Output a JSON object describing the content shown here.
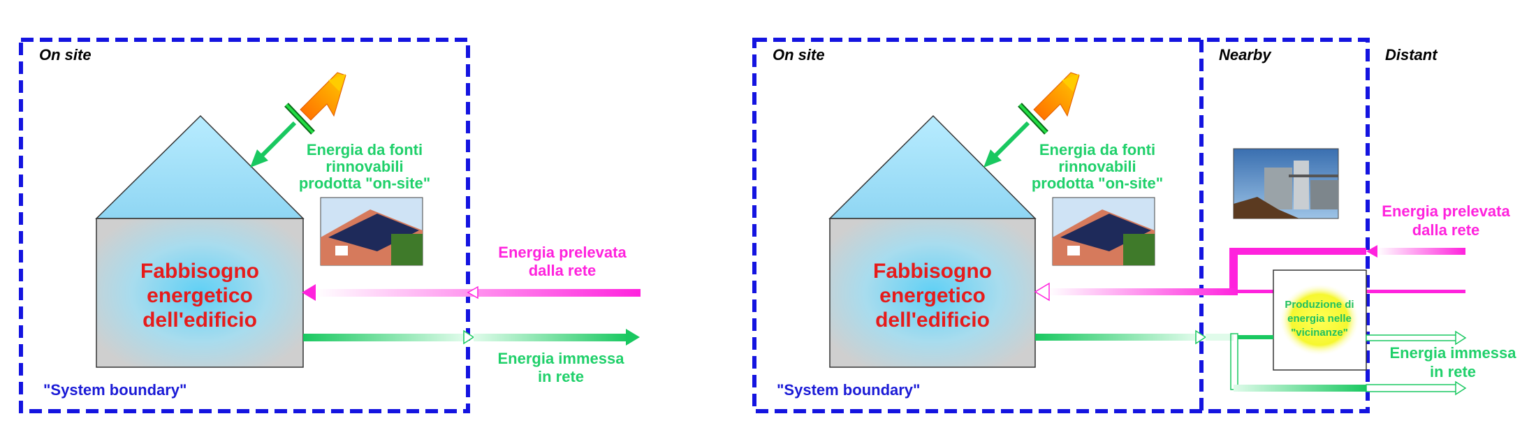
{
  "colors": {
    "boundary_blue": "#1414e0",
    "renewable_green": "#22d06a",
    "grid_magenta": "#ff22dd",
    "demand_red": "#e61b1b",
    "sun_orange": "#ff8a00"
  },
  "left_panel": {
    "zone_label": "On site",
    "system_boundary": "\"System boundary\"",
    "building": {
      "line1": "Fabbisogno",
      "line2": "energetico",
      "line3": "dell'edificio"
    },
    "renewable": {
      "line1": "Energia da fonti",
      "line2": "rinnovabili",
      "line3": "prodotta \"on-site\""
    },
    "grid_import": {
      "line1": "Energia prelevata",
      "line2": "dalla rete"
    },
    "grid_export": {
      "line1": "Energia immessa",
      "line2": "in rete"
    }
  },
  "right_panel": {
    "zone_onsite": "On site",
    "zone_nearby": "Nearby",
    "zone_distant": "Distant",
    "system_boundary": "\"System boundary\"",
    "building": {
      "line1": "Fabbisogno",
      "line2": "energetico",
      "line3": "dell'edificio"
    },
    "renewable": {
      "line1": "Energia da fonti",
      "line2": "rinnovabili",
      "line3": "prodotta \"on-site\""
    },
    "grid_import": {
      "line1": "Energia prelevata",
      "line2": "dalla rete"
    },
    "grid_export": {
      "line1": "Energia immessa",
      "line2": "in rete"
    },
    "nearby_production": {
      "line1": "Produzione di",
      "line2": "energia nelle",
      "line3": "\"vicinanze\""
    }
  },
  "icons": {
    "sun": "sun-arrow-icon",
    "solar_panel": "solar-panel-icon",
    "house_photo": "house-photo",
    "plant_photo": "power-plant-photo"
  }
}
